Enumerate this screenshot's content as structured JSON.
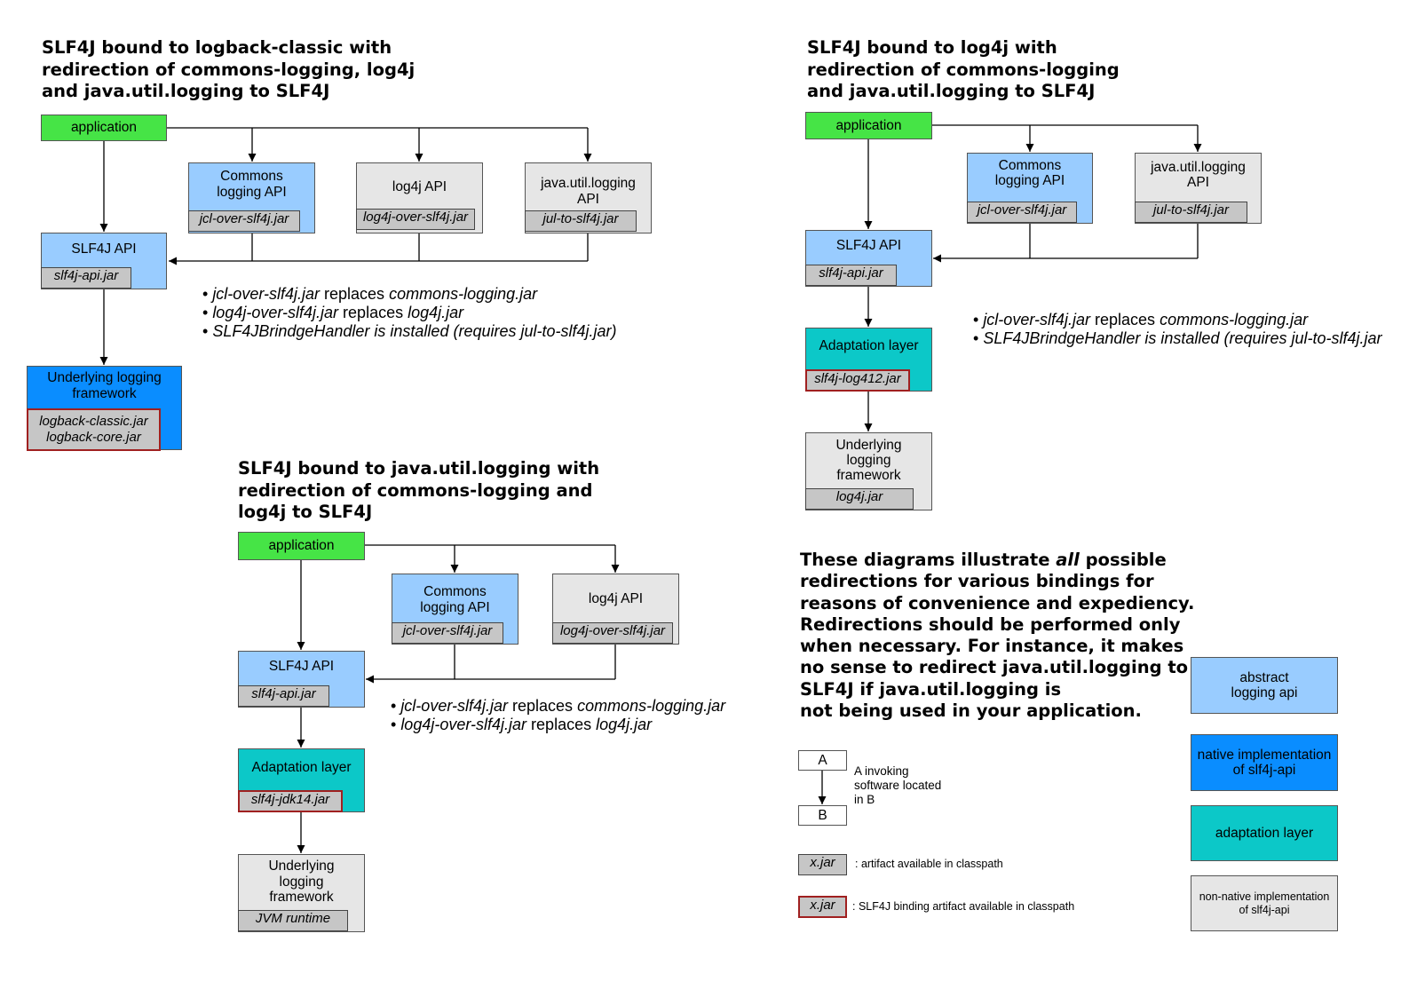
{
  "diagram1": {
    "title_lines": [
      "SLF4J bound to logback-classic with",
      "redirection of commons-logging, log4j",
      "and java.util.logging to SLF4J"
    ],
    "application": "application",
    "commons_api": [
      "Commons",
      "logging API"
    ],
    "commons_jar": "jcl-over-slf4j.jar",
    "log4j_api": "log4j API",
    "log4j_jar": "log4j-over-slf4j.jar",
    "jul_api": [
      "java.util.logging",
      "API"
    ],
    "jul_jar": "jul-to-slf4j.jar",
    "slf4j_api": "SLF4J API",
    "slf4j_jar": "slf4j-api.jar",
    "underlying": [
      "Underlying logging",
      "framework"
    ],
    "underlying_jars": [
      "logback-classic.jar",
      "logback-core.jar"
    ],
    "notes": [
      {
        "a": "jcl-over-slf4j.jar",
        "b": " replaces ",
        "c": "commons-logging.jar"
      },
      {
        "a": "log4j-over-slf4j.jar",
        "b": " replaces ",
        "c": "log4j.jar"
      },
      {
        "a": "SLF4JBrindgeHandler is installed (requires jul-to-slf4j.jar)",
        "b": "",
        "c": ""
      }
    ]
  },
  "diagram2": {
    "title_lines": [
      "SLF4J bound to log4j with",
      "redirection of commons-logging",
      "and java.util.logging to SLF4J"
    ],
    "application": "application",
    "commons_api": [
      "Commons",
      "logging API"
    ],
    "commons_jar": "jcl-over-slf4j.jar",
    "jul_api": [
      "java.util.logging",
      "API"
    ],
    "jul_jar": "jul-to-slf4j.jar",
    "slf4j_api": "SLF4J API",
    "slf4j_jar": "slf4j-api.jar",
    "adaptation": "Adaptation layer",
    "adaptation_jar": "slf4j-log412.jar",
    "underlying": [
      "Underlying",
      "logging",
      "framework"
    ],
    "underlying_jar": "log4j.jar",
    "notes": [
      {
        "a": "jcl-over-slf4j.jar",
        "b": " replaces ",
        "c": "commons-logging.jar"
      },
      {
        "a": "SLF4JBrindgeHandler is installed (requires jul-to-slf4j.jar",
        "b": "",
        "c": ""
      }
    ]
  },
  "diagram3": {
    "title_lines": [
      "SLF4J bound to java.util.logging with",
      "redirection of commons-logging and",
      "log4j to SLF4J"
    ],
    "application": "application",
    "commons_api": [
      "Commons",
      "logging API"
    ],
    "commons_jar": "jcl-over-slf4j.jar",
    "log4j_api": "log4j API",
    "log4j_jar": "log4j-over-slf4j.jar",
    "slf4j_api": "SLF4J API",
    "slf4j_jar": "slf4j-api.jar",
    "adaptation": "Adaptation layer",
    "adaptation_jar": "slf4j-jdk14.jar",
    "underlying": [
      "Underlying",
      "logging",
      "framework"
    ],
    "underlying_jar": "JVM runtime",
    "notes": [
      {
        "a": "jcl-over-slf4j.jar",
        "b": " replaces ",
        "c": "commons-logging.jar"
      },
      {
        "a": "log4j-over-slf4j.jar",
        "b": " replaces ",
        "c": "log4j.jar"
      }
    ]
  },
  "explanation": {
    "lines": [
      {
        "pre": "These diagrams illustrate ",
        "em": "all",
        "post": " possible"
      },
      {
        "pre": "redirections for various bindings for",
        "em": "",
        "post": ""
      },
      {
        "pre": "reasons of convenience and expediency.",
        "em": "",
        "post": ""
      },
      {
        "pre": "Redirections should be performed only",
        "em": "",
        "post": ""
      },
      {
        "pre": "when necessary. For instance, it makes",
        "em": "",
        "post": ""
      },
      {
        "pre": "no sense to redirect java.util.logging to",
        "em": "",
        "post": ""
      },
      {
        "pre": "SLF4J if java.util.logging is",
        "em": "",
        "post": ""
      },
      {
        "pre": "not being used in your application.",
        "em": "",
        "post": ""
      }
    ]
  },
  "legend": {
    "box_a": "A",
    "box_b": "B",
    "invoking_text": [
      "A invoking",
      "software located",
      "in B"
    ],
    "jar_label": "x.jar",
    "artifact_text": ": artifact available in classpath",
    "binding_jar_label": "x.jar",
    "binding_text": ": SLF4J binding artifact available in classpath",
    "abstract_api": [
      "abstract",
      "logging api"
    ],
    "native_impl": [
      "native implementation",
      "of slf4j-api"
    ],
    "adaptation": [
      "adaptation layer"
    ],
    "non_native": [
      "non-native implementation",
      "of slf4j-api"
    ],
    "colors": {
      "application": "#46e446",
      "abstract_api": "#99ccff",
      "native_impl": "#0a8dff",
      "adaptation": "#0cc8c8",
      "non_native": "#e6e6e6",
      "jar": "#c6c6c6",
      "binding_border": "#a02020"
    }
  }
}
